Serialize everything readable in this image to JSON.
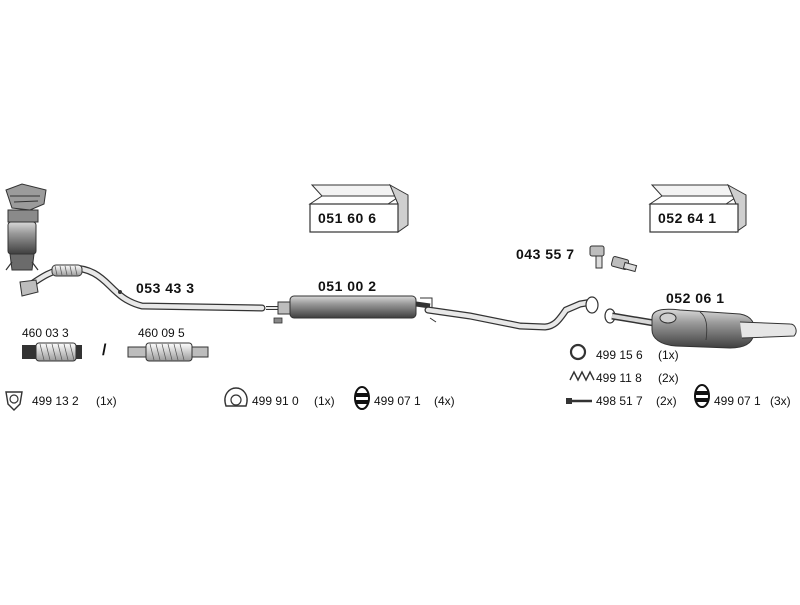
{
  "colors": {
    "stroke": "#333333",
    "fill_light": "#e9e9e9",
    "fill_mid": "#bdbdbd",
    "fill_dark": "#7a7a7a"
  },
  "boxes": {
    "box1": "051 60 6",
    "box2": "052 64 1"
  },
  "parts": {
    "front_pipe": "053 43 3",
    "mid_silencer": "051 00 2",
    "rear_silencer": "052 06 1",
    "bolt_kit": "043 55 7",
    "flex_a": "460 03 3",
    "flex_sep": "/",
    "flex_b": "460 09 5"
  },
  "legend": {
    "l1": "499 13 2",
    "l1c": "(1x)",
    "l2": "499 91 0",
    "l2c": "(1x)",
    "l3": "499 07 1",
    "l3c": "(4x)",
    "l4": "499 15 6",
    "l4c": "(1x)",
    "l5": "499 11 8",
    "l5c": "(2x)",
    "l6": "498 51 7",
    "l6c": "(2x)",
    "l7": "499 07 1",
    "l7c": "(3x)"
  },
  "icons": {
    "gasket": "gasket-icon",
    "clamp": "clamp-icon",
    "hanger": "rubber-hanger-icon",
    "ring": "ring-icon",
    "spring": "spring-icon",
    "bolt": "bolt-icon"
  }
}
